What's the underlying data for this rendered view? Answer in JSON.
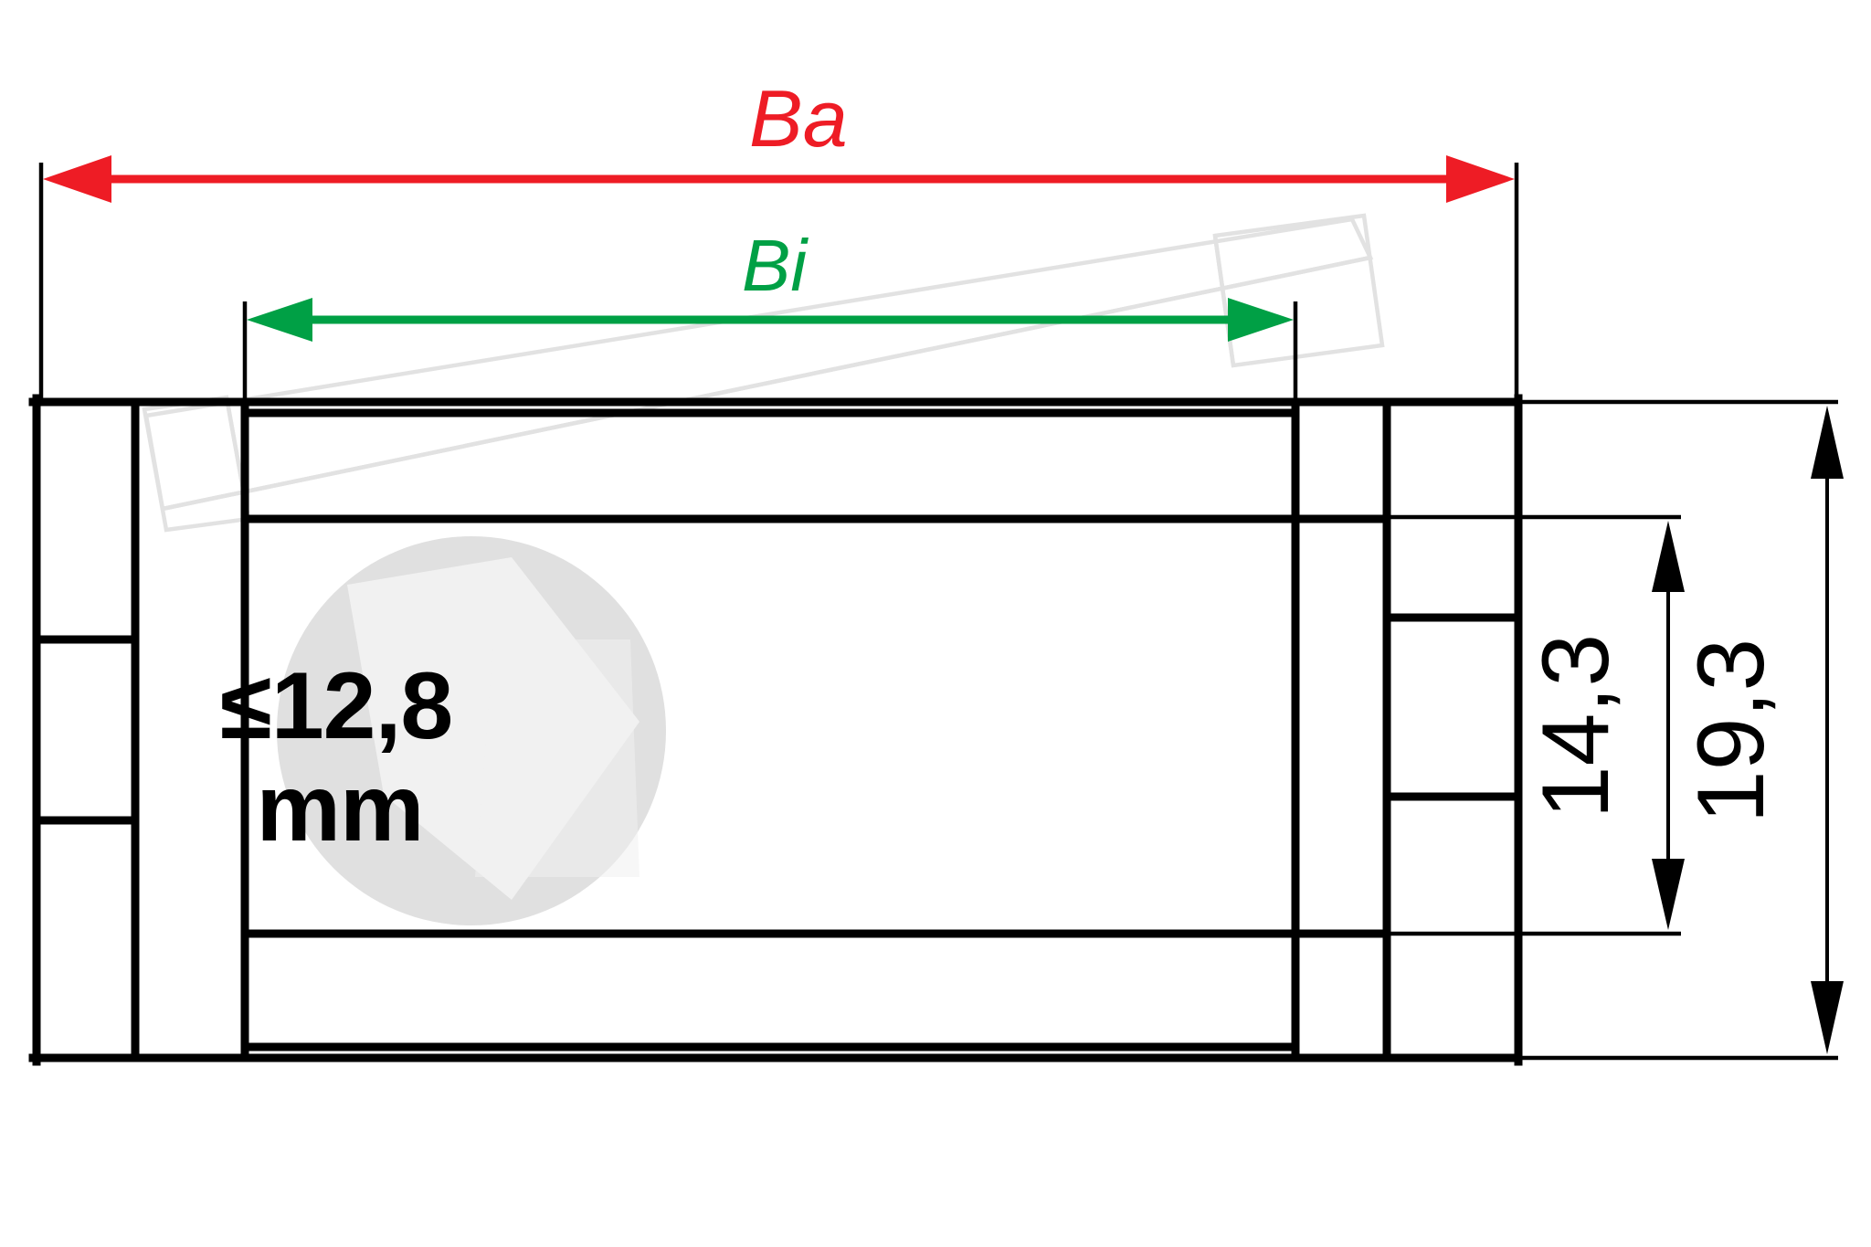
{
  "drawing": {
    "title": "Bearing block cross-section dimension drawing",
    "background_color": "#ffffff",
    "line_color": "#000000",
    "ghost_color": "#e2e2e2"
  },
  "dimensions": {
    "outer_width": {
      "label": "Ba",
      "color": "#ee1c25",
      "orientation": "horizontal",
      "description": "outer width dimension, red double arrow across full part width"
    },
    "inner_width": {
      "label": "Bi",
      "color": "#00a045",
      "orientation": "horizontal",
      "description": "inner width dimension, green double arrow across inner span"
    },
    "inner_height": {
      "label": "14,3",
      "color": "#000000",
      "orientation": "vertical",
      "unit": "mm",
      "description": "inner height dimension, black double arrow"
    },
    "outer_height": {
      "label": "19,3",
      "color": "#000000",
      "orientation": "vertical",
      "unit": "mm",
      "description": "outer height dimension, black double arrow"
    }
  },
  "watermark": {
    "line1": "≤12,8",
    "line2": "mm",
    "circle_color": "#e0e0e0",
    "ribbon_color": "#f1f1f1",
    "text_color": "#000000",
    "description": "grey circular badge with maximum thickness callout"
  },
  "icons": {
    "arrow_left": "arrow-left-icon",
    "arrow_right": "arrow-right-icon",
    "arrow_up": "arrow-up-icon",
    "arrow_down": "arrow-down-icon"
  }
}
